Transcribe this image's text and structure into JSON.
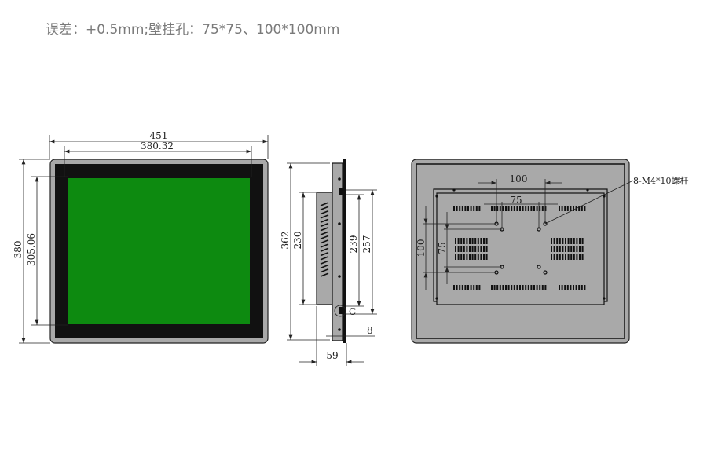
{
  "note": "误差：+0.5mm;壁挂孔：75*75、100*100mm",
  "front_view": {
    "width_outer": "451",
    "width_display": "380.32",
    "height_outer": "380",
    "height_display": "305.06",
    "screen_color": "#0d8a10"
  },
  "side_view": {
    "height_total": "362",
    "height_back": "230",
    "dim_239": "239",
    "dim_257": "257",
    "dim_8": "8",
    "depth": "59",
    "label_c": "C"
  },
  "rear_view": {
    "vesa_100_h": "100",
    "vesa_75_h": "75",
    "vesa_100_v": "100",
    "vesa_75_v": "75",
    "screw_callout": "8-M4*10螺杆"
  },
  "colors": {
    "body": "#a9a9a9",
    "bezel": "#111111",
    "line": "#222222"
  }
}
